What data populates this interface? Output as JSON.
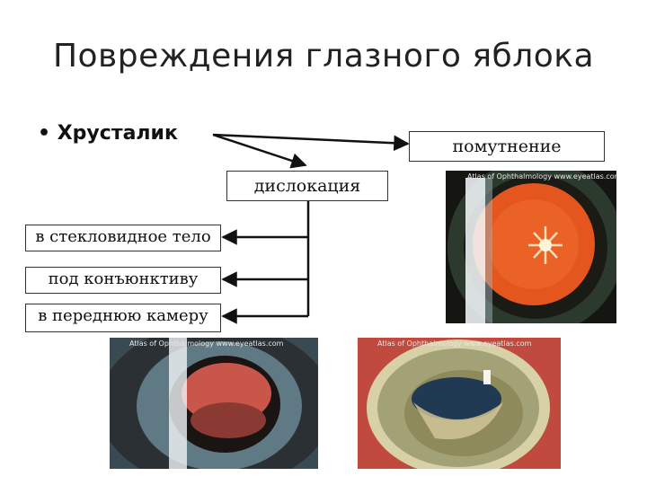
{
  "title": "Повреждения глазного яблока",
  "bullet": "• Хрусталик",
  "boxes": {
    "opacity": "помутнение",
    "dislocation": "дислокация",
    "vitreous": "в стекловидное тело",
    "conjunctiva": "под конъюнктиву",
    "anterior": "в переднюю камеру"
  },
  "photo_captions": {
    "top_right": "Atlas of Ophthalmology  www.eyeatlas.com",
    "bottom_left": "Atlas of Ophthalmology  www.eyeatlas.com",
    "bottom_right": "Atlas of Ophthalmology  www.eyeatlas.com"
  }
}
